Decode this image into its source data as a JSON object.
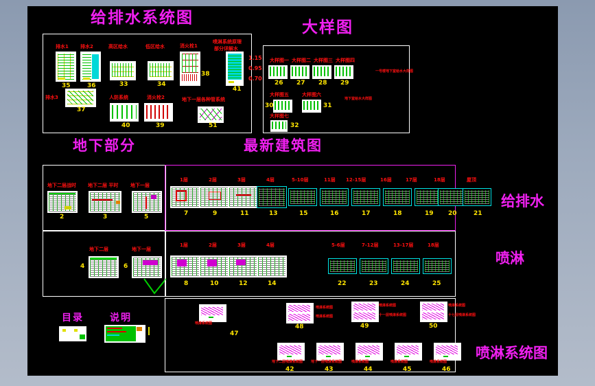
{
  "app": {
    "type": "cad-drawing-index",
    "canvas_bg": "#000000",
    "desktop_bg": "#9daabd"
  },
  "titles": {
    "plumbing_system": "给排水系统图",
    "detail_drawings": "大样图",
    "underground": "地下部分",
    "latest_architecture": "最新建筑图"
  },
  "side_captions": {
    "plumbing": "给排水",
    "sprinkler": "喷淋",
    "sprinkler_system": "喷淋系统图"
  },
  "plumbing_section": {
    "sheets": [
      {
        "label": "排水1",
        "num": "35"
      },
      {
        "label": "排水2",
        "num": "36"
      },
      {
        "label": "高区给水",
        "num": "33"
      },
      {
        "label": "低区给水",
        "num": "34"
      },
      {
        "label": "消火栓1",
        "num": "38"
      },
      {
        "label": "喷淋系统原理",
        "label2": "部分详解水",
        "num": "41"
      },
      {
        "label": "排水3",
        "num": "37"
      },
      {
        "label": "人防系统",
        "num": "40"
      },
      {
        "label": "消火栓2",
        "num": "39"
      },
      {
        "label": "地下一层各种管系统",
        "num": "51"
      }
    ],
    "pressure_values": [
      "1.15",
      "0.95",
      "0.70"
    ]
  },
  "detail_section": {
    "sheets": [
      {
        "label": "大样图一",
        "num": "26"
      },
      {
        "label": "大样图二",
        "num": "27"
      },
      {
        "label": "大样图三",
        "num": "28"
      },
      {
        "label": "大样图四",
        "num": "29"
      },
      {
        "label": "大样图五",
        "num": "30"
      },
      {
        "label": "大样图六",
        "num": "31"
      },
      {
        "label": "大样图七",
        "num": "32"
      }
    ],
    "notes": [
      "一号楼地下室给水大样图",
      "地下室给水大样图"
    ]
  },
  "underground_section": {
    "row1": [
      {
        "label": "地下二层战时",
        "num": "2"
      },
      {
        "label": "地下二层 平时",
        "num": "3"
      },
      {
        "label": "地下一层",
        "num": "5"
      }
    ],
    "row2": [
      {
        "label": "地下二层",
        "num": "4"
      },
      {
        "label": "地下一层",
        "num": "6"
      }
    ]
  },
  "architecture_section": {
    "row1": [
      {
        "label": "1层",
        "num": "7"
      },
      {
        "label": "2层",
        "num": "9"
      },
      {
        "label": "3层",
        "num": "11"
      },
      {
        "label": "4层",
        "num": "13"
      },
      {
        "label": "5-10层",
        "num": "15"
      },
      {
        "label": "11层",
        "num": "16"
      },
      {
        "label": "12-15层",
        "num": "17"
      },
      {
        "label": "16层",
        "num": "18"
      },
      {
        "label": "17层",
        "num": "19"
      },
      {
        "label": "18层",
        "num": "20"
      }
    ],
    "roof": {
      "label": "屋顶",
      "num": "21"
    },
    "row2": [
      {
        "label": "1层",
        "num": "8"
      },
      {
        "label": "2层",
        "num": "10"
      },
      {
        "label": "3层",
        "num": "12"
      },
      {
        "label": "4层",
        "num": "14"
      },
      {
        "label": "5-6层",
        "num": "22"
      },
      {
        "label": "7-12层",
        "num": "23"
      },
      {
        "label": "13-17层",
        "num": "24"
      },
      {
        "label": "18层",
        "num": "25"
      }
    ]
  },
  "docs_section": {
    "index": "目录",
    "notes": "说明"
  },
  "sprinkler_section": {
    "row1": [
      {
        "label": "喷淋系统图",
        "num": "47"
      },
      {
        "label": "喷淋系统图",
        "label2": "喷淋系统图",
        "num": "48"
      },
      {
        "label": "喷淋系统图",
        "label2": "十一层喷淋系统图",
        "num": "49"
      },
      {
        "label": "喷淋系统图",
        "label2": "十七层喷淋系统图",
        "num": "50"
      }
    ],
    "row2": [
      {
        "label": "地下二层喷淋系统图",
        "num": "42"
      },
      {
        "label": "地下一层喷淋系统图",
        "num": "43"
      },
      {
        "label": "喷淋系统图",
        "num": "44"
      },
      {
        "label": "喷淋系统图",
        "num": "45"
      },
      {
        "label": "喷淋系统图",
        "num": "46"
      }
    ]
  }
}
